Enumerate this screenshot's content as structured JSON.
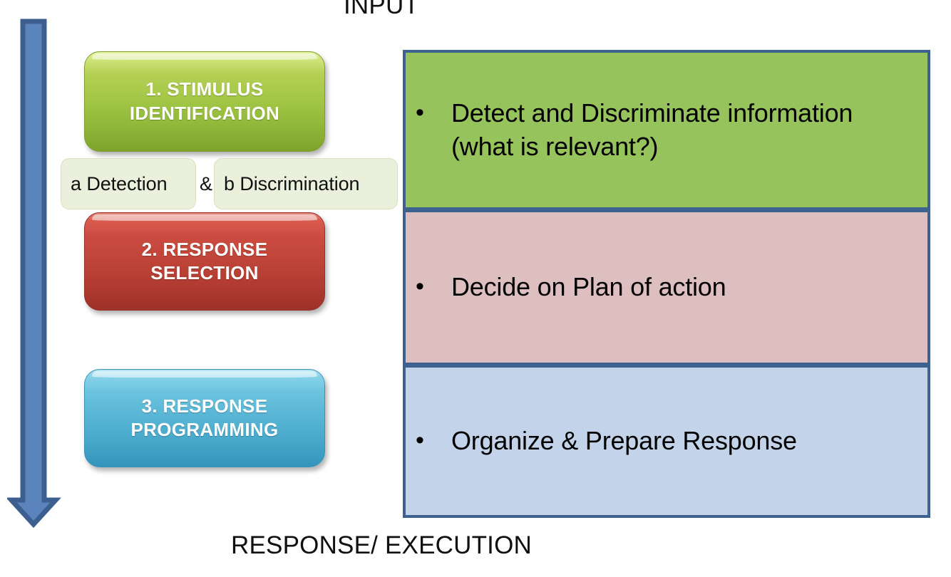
{
  "diagram": {
    "top_caption": "INPUT",
    "bottom_caption": "RESPONSE/ EXECUTION",
    "flow_arrow": {
      "direction": "down",
      "fill_color": "#5b84bd",
      "border_color": "#3d5f8f"
    },
    "stages": [
      {
        "id": "stimulus-identification",
        "label": "1. STIMULUS\nIDENTIFICATION",
        "line1": "1. STIMULUS",
        "line2": "IDENTIFICATION",
        "accent_color": "#a3c645"
      },
      {
        "id": "response-selection",
        "label": "2. RESPONSE\nSELECTION",
        "line1": "2. RESPONSE",
        "line2": "SELECTION",
        "accent_color": "#bf4438"
      },
      {
        "id": "response-programming",
        "label": "3. RESPONSE\nPROGRAMMING",
        "line1": "3. RESPONSE",
        "line2": "PROGRAMMING",
        "accent_color": "#57b4d4"
      }
    ],
    "substeps": {
      "detection": "a Detection",
      "conjunction": "&",
      "discrimination": "b Discrimination",
      "box_fill": "#eaf0dc"
    },
    "descriptions": [
      {
        "id": "stimulus-identification-description",
        "bullet": "•",
        "text": "Detect and Discriminate information (what is relevant?)",
        "fill_color": "#96c35c",
        "border_color": "#3e628f"
      },
      {
        "id": "response-selection-description",
        "bullet": "•",
        "text": "Decide on Plan of action",
        "fill_color": "#debfbf",
        "border_color": "#3e628f"
      },
      {
        "id": "response-programming-description",
        "bullet": "•",
        "text": "Organize & Prepare Response",
        "fill_color": "#c3d4ea",
        "border_color": "#3e628f"
      }
    ]
  }
}
